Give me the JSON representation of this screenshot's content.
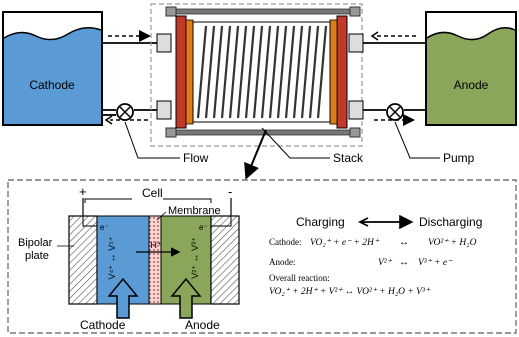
{
  "top": {
    "cathode_tank": "Cathode",
    "anode_tank": "Anode",
    "flow_label": "Flow",
    "stack_label": "Stack",
    "pump_label": "Pump"
  },
  "cell": {
    "cell_label": "Cell",
    "membrane_label": "Membrane",
    "bipolar_line1": "Bipolar",
    "bipolar_line2": "plate",
    "plus": "+",
    "minus": "-",
    "cathode_label": "Cathode",
    "anode_label": "Anode",
    "ion_left": "V⁴⁺ ↔ V⁵⁺",
    "ion_right": "V²⁺ ↔ V³⁺",
    "proton": "H⁺",
    "electron_left": "e⁻",
    "electron_right": "e⁻"
  },
  "reactions": {
    "charging": "Charging",
    "discharging": "Discharging",
    "cathode_prefix": "Cathode:",
    "cathode_lhs": "VO₂⁺ + e⁻ + 2H⁺",
    "cathode_rhs": "VO²⁺ + H₂O",
    "anode_prefix": "Anode:",
    "anode_lhs": "V²⁺",
    "anode_rhs": "V³⁺ + e⁻",
    "overall_label": "Overall reaction:",
    "overall_eq": "VO₂⁺ + 2H⁺ + V²⁺ ↔ VO²⁺ + H₂O + V³⁺",
    "arrow": "↔"
  },
  "colors": {
    "cathode_fill": "#5b9bd5",
    "anode_fill": "#8aa65a",
    "frame_red": "#c0392b",
    "frame_orange": "#e07b1a"
  }
}
